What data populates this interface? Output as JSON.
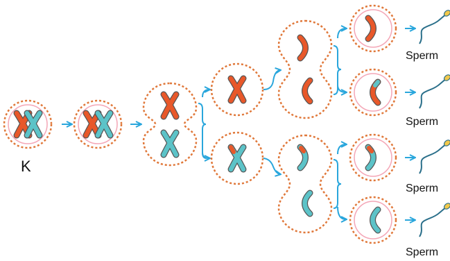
{
  "labels": {
    "start_cell": "K",
    "sperm": [
      "Sperm",
      "Sperm",
      "Sperm",
      "Sperm"
    ]
  },
  "colors": {
    "cell_outline": "#e0783a",
    "inner_ring": "#f4a6b6",
    "chromosome_orange": "#e8582a",
    "chromosome_teal": "#5cc3c8",
    "chromosome_outline": "#555555",
    "arrow": "#29a6dc",
    "bracket": "#29a6dc",
    "sperm_tail": "#2a6f8a",
    "sperm_head": "#f2c84b"
  }
}
